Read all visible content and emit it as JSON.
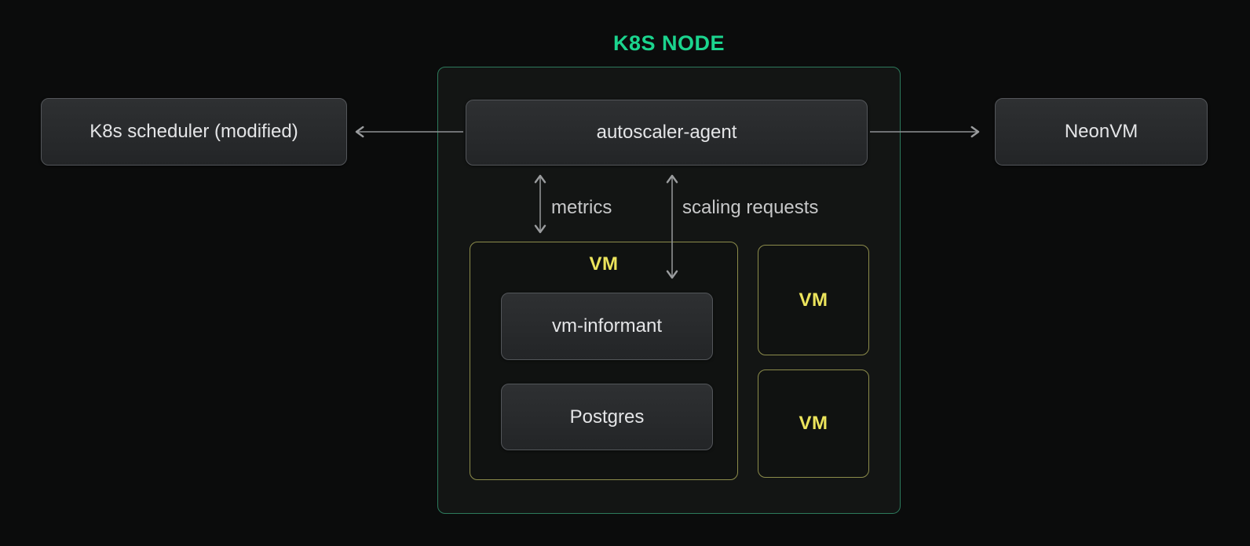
{
  "title": "K8S NODE",
  "nodes": {
    "scheduler": {
      "label": "K8s scheduler (modified)"
    },
    "autoscaler_agent": {
      "label": "autoscaler-agent"
    },
    "neonvm": {
      "label": "NeonVM"
    },
    "vm_main": {
      "label": "VM"
    },
    "vm_informant": {
      "label": "vm-informant"
    },
    "postgres": {
      "label": "Postgres"
    },
    "vm_small_top": {
      "label": "VM"
    },
    "vm_small_bottom": {
      "label": "VM"
    }
  },
  "edges": {
    "metrics": {
      "label": "metrics"
    },
    "scaling_requests": {
      "label": "scaling requests"
    }
  },
  "colors": {
    "background": "#0b0c0c",
    "k8s_node_border_green": "#2d7a5c",
    "title_green": "#1bd48e",
    "vm_border_yellow": "#8c8c4b",
    "vm_label_yellow": "#ece45c",
    "gray_box_fill": "#2a2c2e",
    "gray_box_border": "#53565a",
    "arrow_gray": "#8f9193",
    "text_light": "#e4e5e7"
  }
}
